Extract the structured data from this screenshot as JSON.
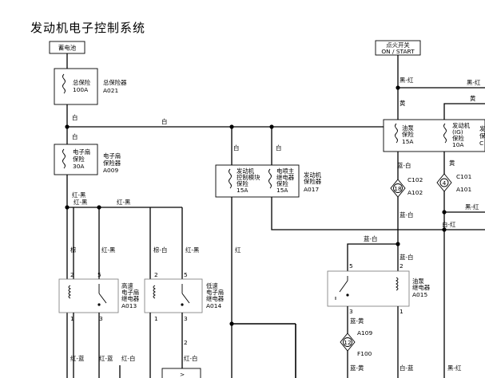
{
  "title": "发动机电子控制系统",
  "battery": {
    "label": "蓄电池"
  },
  "ignition": {
    "label1": "点火开关",
    "label2": "ON / START"
  },
  "fuses": {
    "main": {
      "name": "总保险",
      "rating": "100A",
      "box": "总保险器",
      "code": "A021"
    },
    "fan": {
      "name_1": "电子扇",
      "name_2": "保险",
      "rating": "30A",
      "box_1": "电子扇",
      "box_2": "保险器",
      "code": "A009"
    },
    "ecu": {
      "name_1": "发动机",
      "name_2": "控制模块",
      "name_3": "保险",
      "rating": "15A"
    },
    "relay_fuse": {
      "name_1": "电喷主",
      "name_2": "继电器",
      "name_3": "保险",
      "rating": "15A"
    },
    "ecu_box": {
      "box_1": "发动机",
      "box_2": "保险器",
      "code": "A017"
    },
    "pump": {
      "name_1": "油泵",
      "name_2": "保险",
      "rating": "15A"
    },
    "ig": {
      "name_1": "发动机",
      "name_2": "(IG)",
      "name_3": "保险",
      "rating": "10A"
    },
    "right_partial": {
      "line1": "发",
      "line2": "保",
      "line3": "C"
    }
  },
  "relays": {
    "low": {
      "name_1": "高速",
      "name_2": "电子扇",
      "name_3": "继电器",
      "code": "A013"
    },
    "high": {
      "name_1": "低速",
      "name_2": "电子扇",
      "name_3": "继电器",
      "code": "A014"
    },
    "pump": {
      "name_1": "油泵",
      "name_2": "继电器",
      "code": "A015"
    }
  },
  "connectors": {
    "c102": {
      "pin": "18",
      "top": "C102",
      "bottom": "A102"
    },
    "c101": {
      "pin": "4",
      "top": "C101",
      "bottom": "A101"
    },
    "a109": {
      "pin": "12",
      "top": "A109",
      "bottom": "F100"
    }
  },
  "pins": {
    "p2": "2",
    "p5": "5",
    "p1": "1",
    "p3": "3"
  },
  "wires": {
    "white": "白",
    "red_black": "红-黑",
    "brown": "棕",
    "brown_white": "棕-白",
    "red": "红",
    "red_blue": "红-蓝",
    "red_white": "红-白",
    "black_red": "黑-红",
    "yellow": "黄",
    "blue_white": "蓝-白",
    "white_red": "白-红",
    "blue_yellow": "蓝-黄",
    "white_blue": "白-蓝",
    "black_red_2": "黑-红"
  }
}
